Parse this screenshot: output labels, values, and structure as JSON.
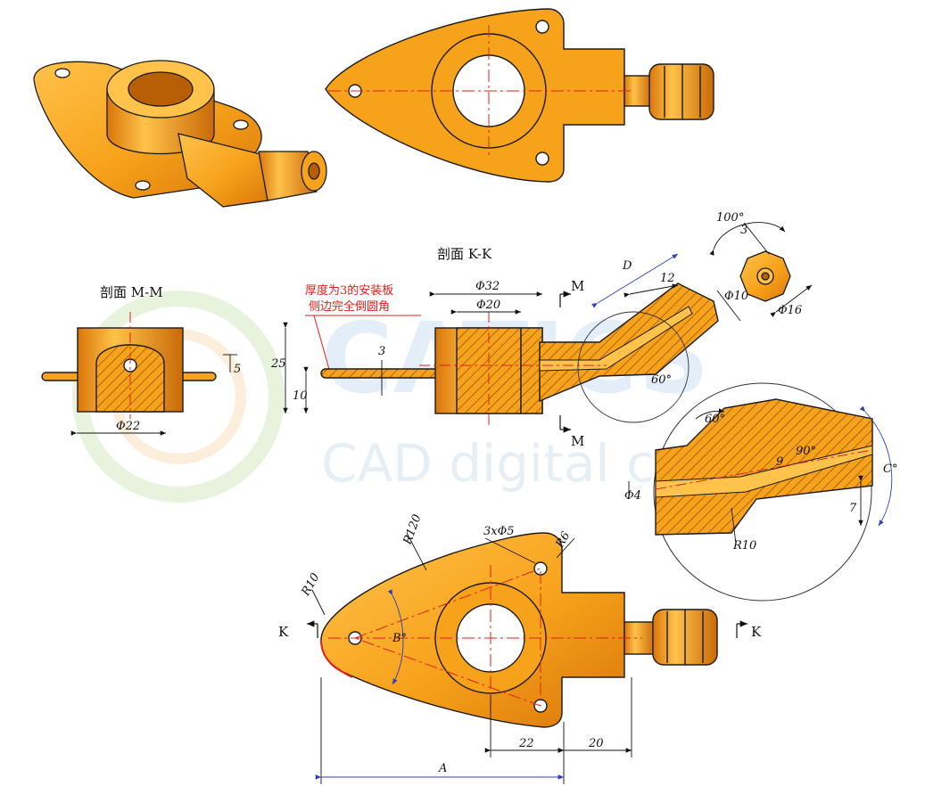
{
  "watermark": {
    "brand": "CATICS",
    "subtitle": "CAD digital cor"
  },
  "sections": {
    "mm_title": "剖面 M-M",
    "kk_title": "剖面 K-K"
  },
  "note": {
    "line1": "厚度为3的安装板",
    "line2": "侧边完全倒圆角"
  },
  "cut_marks": {
    "m": "M",
    "k": "K"
  },
  "dimensions": {
    "mm_dia": "Φ22",
    "mm_5": "5",
    "kk_25": "25",
    "kk_10": "10",
    "kk_3": "3",
    "kk_dia32": "Φ32",
    "kk_dia20": "Φ20",
    "kk_D": "D",
    "kk_12": "12",
    "kk_dia10": "Φ10",
    "kk_60": "60°",
    "nut_100": "100°",
    "nut_3": "3",
    "nut_dia16": "Φ16",
    "det_60": "60°",
    "det_90": "90°",
    "det_9": "9",
    "det_dia4": "Φ4",
    "det_7": "7",
    "det_R10": "R10",
    "det_C": "C°",
    "top_R120": "R120",
    "top_3x5": "3xΦ5",
    "top_R6": "R6",
    "top_R10": "R10",
    "top_B": "B°",
    "top_22": "22",
    "top_20": "20",
    "top_A": "A"
  },
  "colors": {
    "orange": "#f7a21b",
    "dark_orange": "#d9760a",
    "light_orange": "#ffc24a",
    "blue_dim": "#2a3fbf",
    "red_note": "#e0201b",
    "outline": "#1a1a1a"
  }
}
